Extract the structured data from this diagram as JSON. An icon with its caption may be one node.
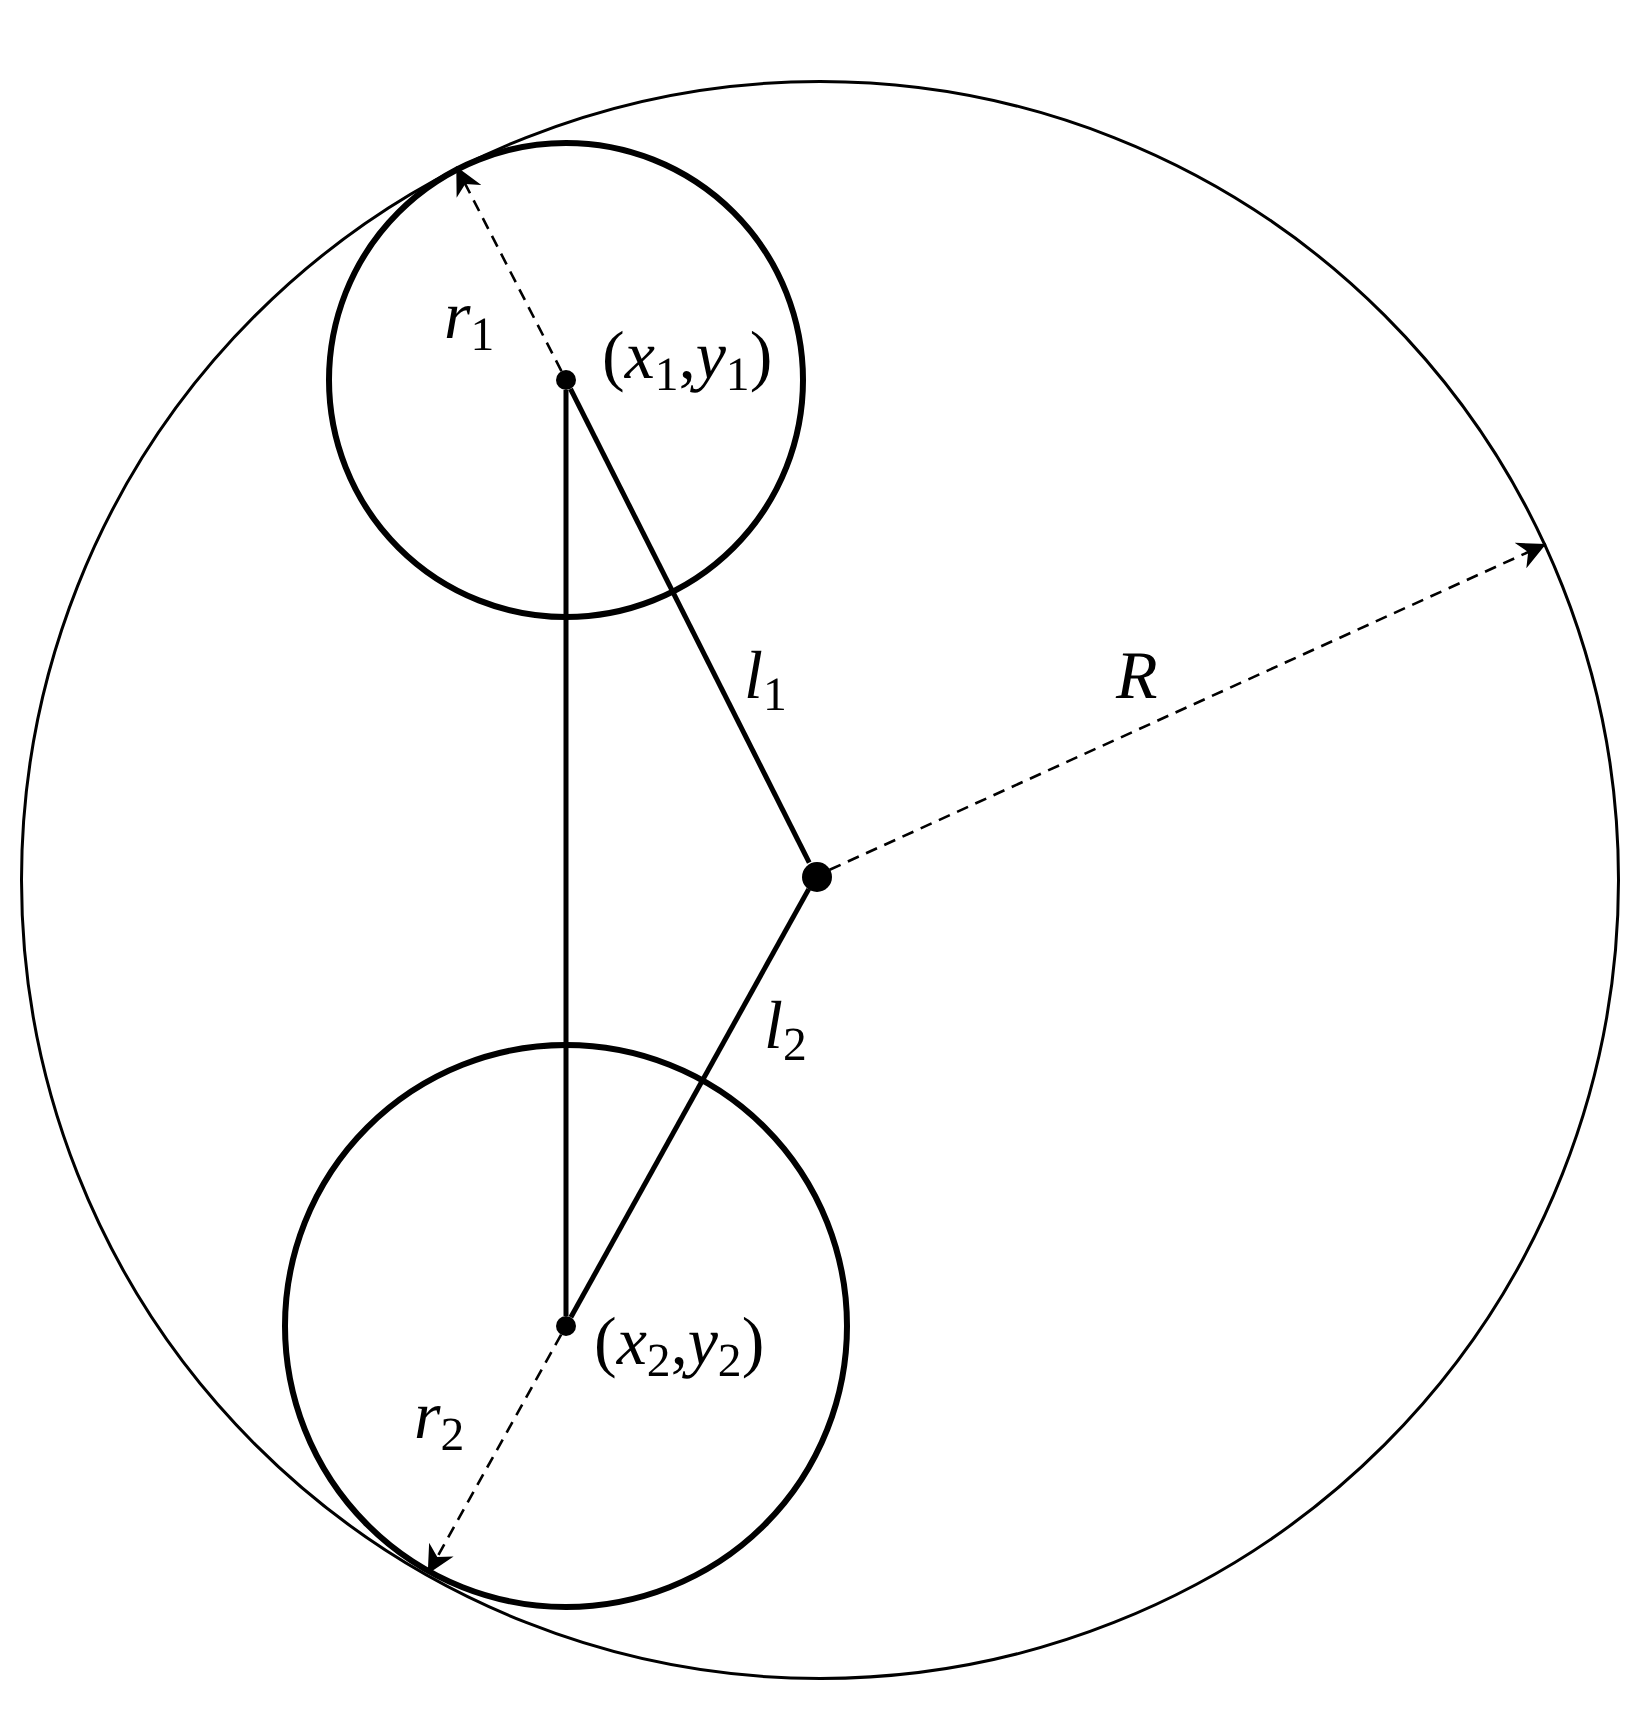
{
  "diagram": {
    "nodes": [
      {
        "text": [],
        "shape": "circle"
      },
      {
        "text": [],
        "shape": "circle",
        "in": 0
      },
      {
        "text": [],
        "shape": "circle",
        "in": 0
      },
      {
        "text": [],
        "shape": "circle",
        "in": 1,
        "beside": [
          "(*x*$_{1}$,*y*$_{1}$)"
        ]
      },
      {
        "text": [],
        "shape": "circle",
        "in": 2,
        "beside": [
          "(*x*$_{2}$,*y*$_{2}$)"
        ]
      },
      {
        "text": [],
        "shape": "circle",
        "in": 0
      }
    ],
    "edges": [
      {
        "from": 3,
        "to": 4,
        "arrow": "none"
      },
      {
        "from": 3,
        "to": 5,
        "arrow": "none",
        "label": "l$_{1}$"
      },
      {
        "from": 5,
        "to": 4,
        "arrow": "none",
        "label": "l$_{2}$"
      },
      {
        "from": 3,
        "to": 1,
        "arrow": "to",
        "style": "dashed",
        "label": "r$_{1}$"
      },
      {
        "from": 5,
        "to": 0,
        "arrow": "to",
        "style": "dashed",
        "label": "R"
      },
      {
        "from": 4,
        "to": 2,
        "arrow": "to",
        "style": "dashed",
        "label": "r$_{2}$"
      }
    ]
  }
}
